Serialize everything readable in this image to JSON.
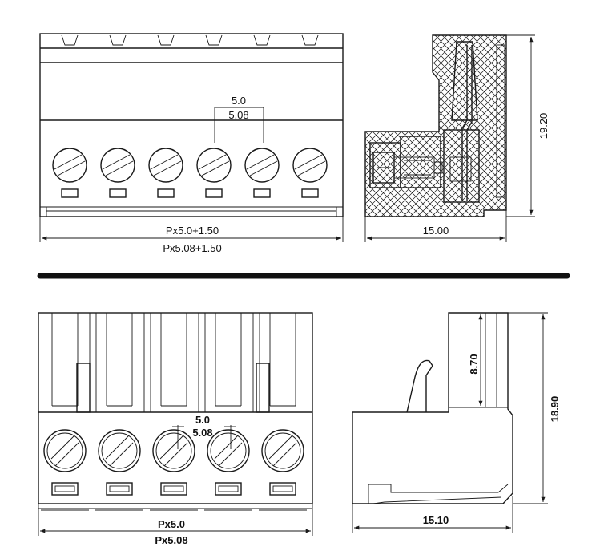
{
  "top": {
    "pitch_label_1": "5.0",
    "pitch_label_2": "5.08",
    "width_label_1": "Px5.0+1.50",
    "width_label_2": "Px5.08+1.50",
    "depth_label": "15.00",
    "height_label": "19.20",
    "screw_count": 6
  },
  "bottom": {
    "pitch_label_1": "5.0",
    "pitch_label_2": "5.08",
    "width_label_1": "Px5.0",
    "width_label_2": "Px5.08",
    "depth_label": "15.10",
    "height_label": "18.90",
    "pin_label": "8.70",
    "screw_count": 5
  },
  "colors": {
    "line": "#1a1a1a",
    "divider": "#111111",
    "background": "#ffffff"
  }
}
